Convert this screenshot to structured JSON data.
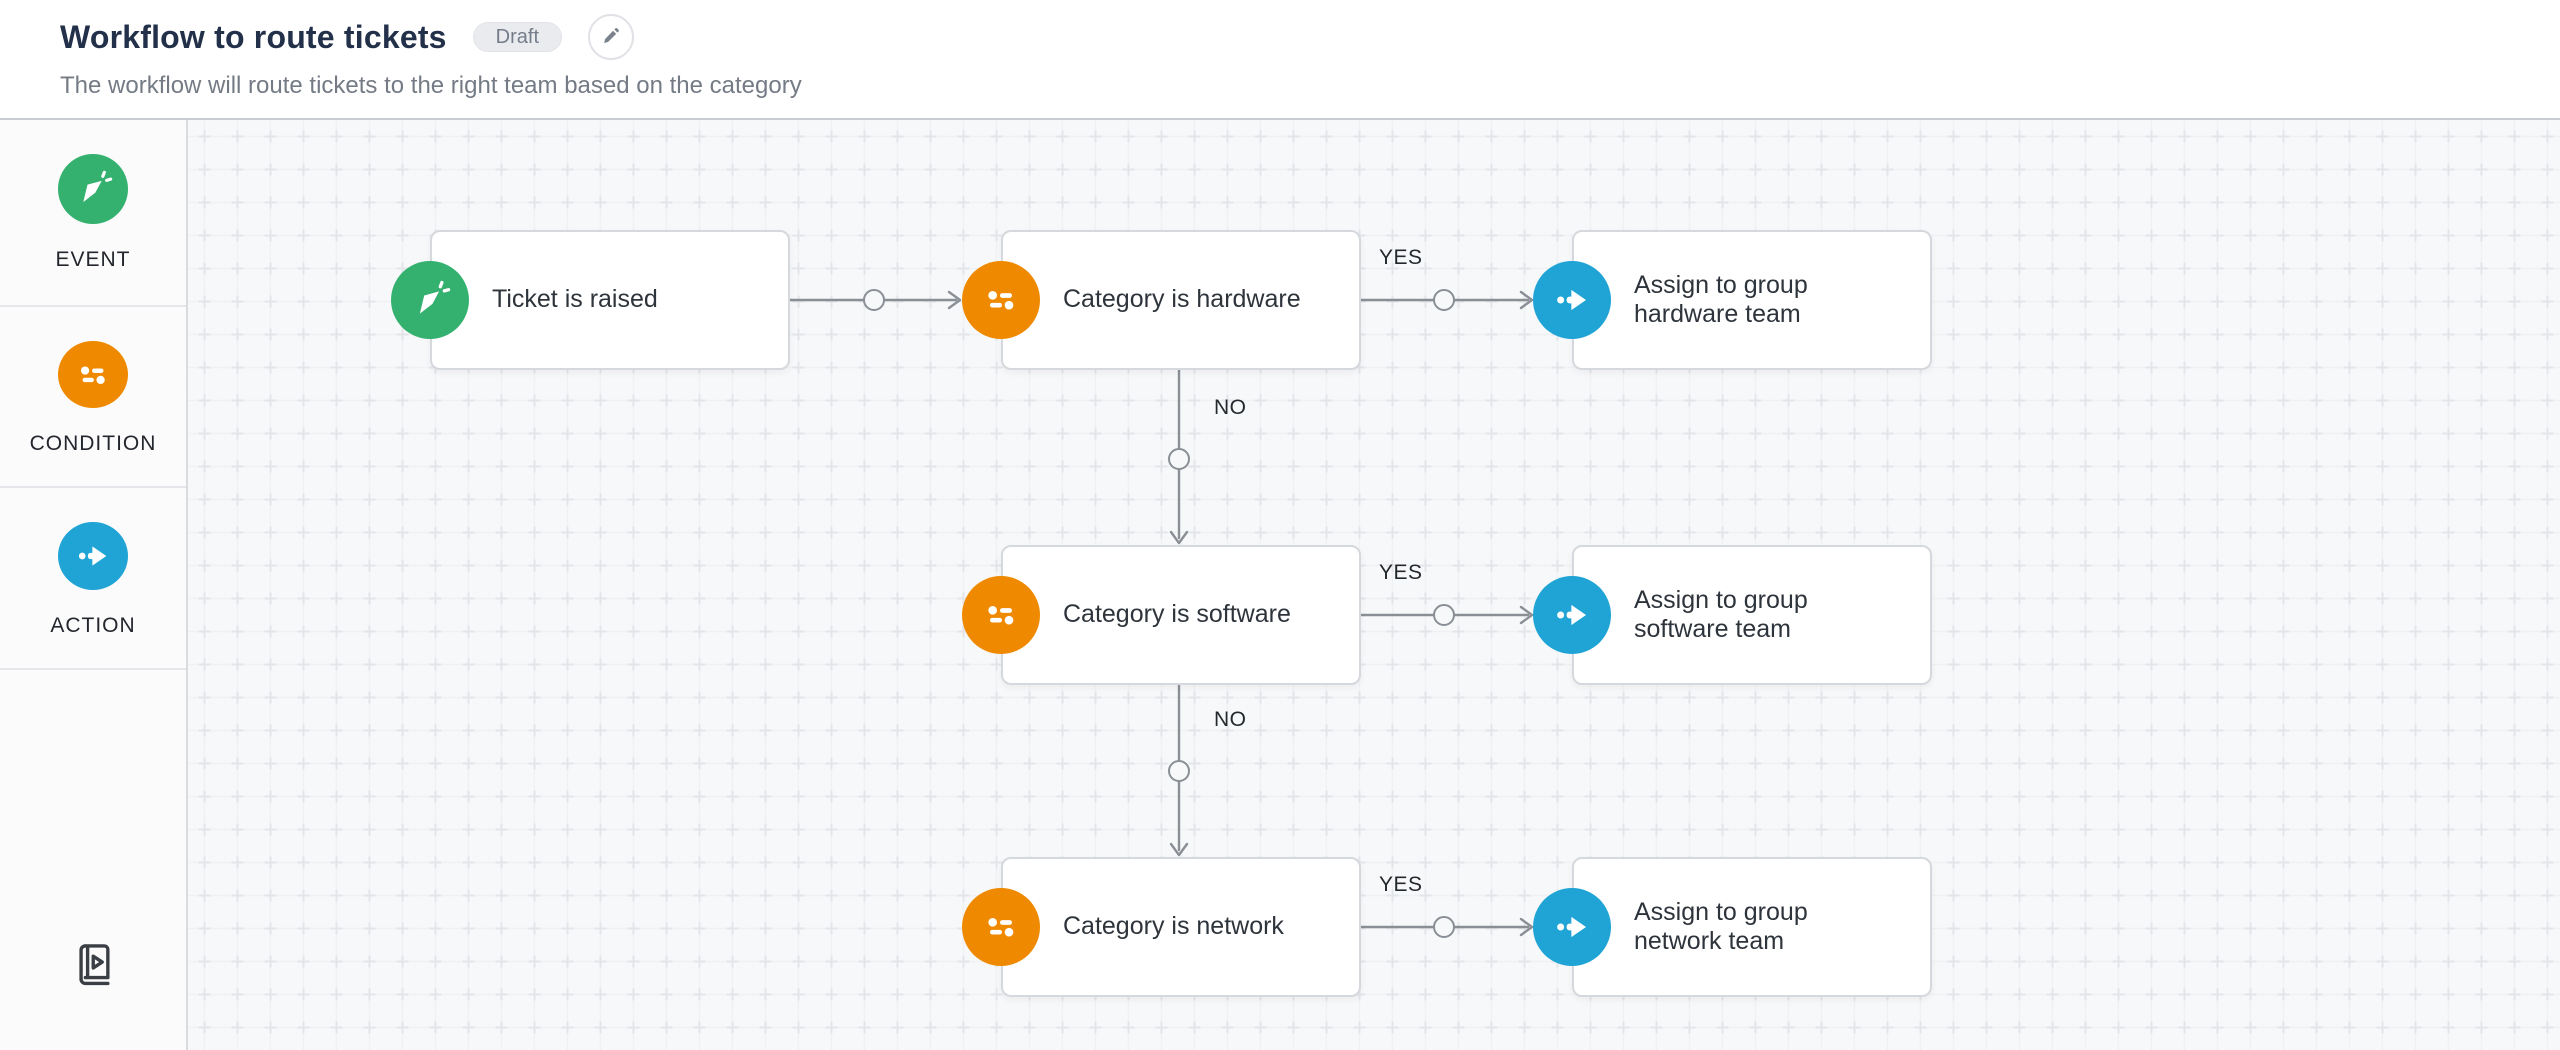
{
  "header": {
    "title": "Workflow to route tickets",
    "status_badge": "Draft",
    "subtitle": "The workflow will route tickets to the right team based on the category"
  },
  "palette": {
    "items": [
      {
        "label": "EVENT",
        "icon": "cursor-click-icon",
        "color": "#35b16f"
      },
      {
        "label": "CONDITION",
        "icon": "sliders-icon",
        "color": "#ef8a00"
      },
      {
        "label": "ACTION",
        "icon": "forward-arrow-icon",
        "color": "#1fa4d5"
      }
    ],
    "help_icon": "video-guide-book-icon"
  },
  "canvas": {
    "nodes": [
      {
        "type": "event",
        "label": "Ticket is raised"
      },
      {
        "type": "condition",
        "label": "Category is hardware"
      },
      {
        "type": "action",
        "label": "Assign to group hardware team"
      },
      {
        "type": "condition",
        "label": "Category is software"
      },
      {
        "type": "action",
        "label": "Assign to group software team"
      },
      {
        "type": "condition",
        "label": "Category is network"
      },
      {
        "type": "action",
        "label": "Assign to group network team"
      }
    ],
    "edge_labels": {
      "yes": "YES",
      "no": "NO"
    },
    "colors": {
      "event": "#35b16f",
      "condition": "#ef8a00",
      "action": "#1fa4d5",
      "connector": "#8a8f96",
      "canvas_bg": "#f7f8fa",
      "grid_plus": "#e3e5ea"
    }
  }
}
